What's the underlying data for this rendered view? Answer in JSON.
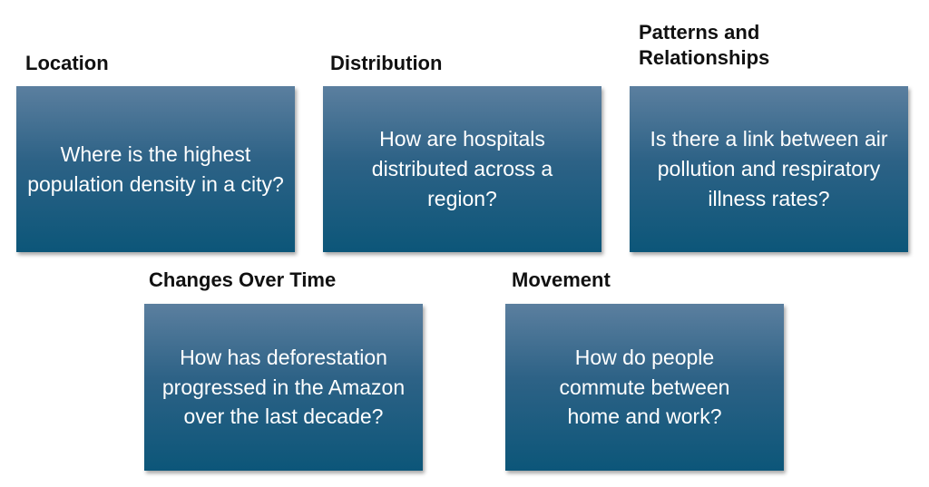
{
  "colors": {
    "card_top": "#5b7f9f",
    "card_bottom": "#0c5679",
    "card_text": "#ffffff",
    "heading_text": "#111111",
    "background": "#ffffff"
  },
  "categories": [
    {
      "heading": "Location",
      "question": "Where is the highest population density in a city?"
    },
    {
      "heading": "Distribution",
      "question": "How are hospitals distributed across a region?"
    },
    {
      "heading": "Patterns and Relationships",
      "question": "Is there a link between air pollution and respiratory illness rates?"
    },
    {
      "heading": "Changes Over Time",
      "question": "How has deforestation progressed in the Amazon over the last decade?"
    },
    {
      "heading": "Movement",
      "question": "How do people commute between home and work?"
    }
  ]
}
